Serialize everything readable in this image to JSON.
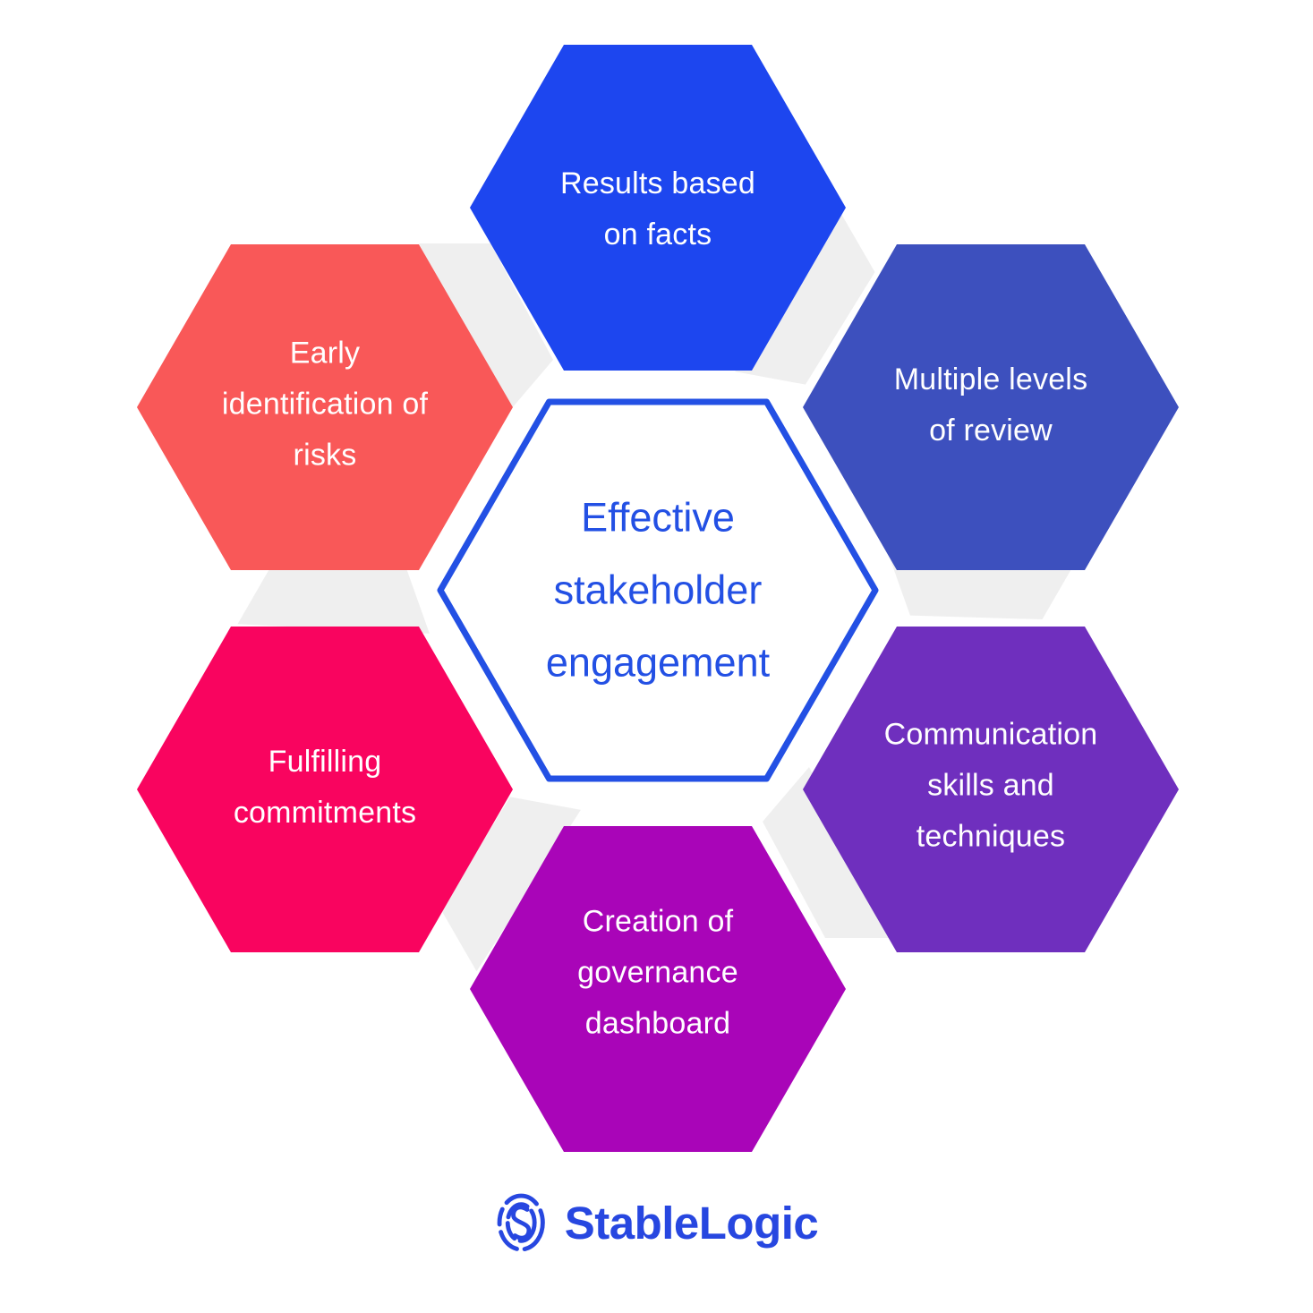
{
  "accent_color": "#2350E4",
  "background_color": "#FFFFFF",
  "gray_band_color": "#EFEFEF",
  "center": {
    "label": "Effective\nstakeholder\nengagement",
    "border_color": "#2350E4",
    "fill": "#FFFFFF",
    "text_color": "#2350E4"
  },
  "hexagons": [
    {
      "id": "results",
      "position": "top",
      "label": "Results based\non facts",
      "color": "#1D46EF",
      "text_color": "#FFFFFF"
    },
    {
      "id": "review",
      "position": "top-right",
      "label": "Multiple levels\nof review",
      "color": "#3D50BE",
      "text_color": "#FFFFFF"
    },
    {
      "id": "communication",
      "position": "bottom-right",
      "label": "Communication\nskills and\ntechniques",
      "color": "#6F2FBE",
      "text_color": "#FFFFFF"
    },
    {
      "id": "dashboard",
      "position": "bottom",
      "label": "Creation of\ngovernance\ndashboard",
      "color": "#A905B8",
      "text_color": "#FFFFFF"
    },
    {
      "id": "commitments",
      "position": "bottom-left",
      "label": "Fulfilling\ncommitments",
      "color": "#F9045F",
      "text_color": "#FFFFFF"
    },
    {
      "id": "risks",
      "position": "top-left",
      "label": "Early\nidentification of\nrisks",
      "color": "#F95858",
      "text_color": "#FFFFFF"
    }
  ],
  "logo": {
    "text": "StableLogic",
    "color": "#2747E0",
    "icon": "fingerprint-s"
  }
}
